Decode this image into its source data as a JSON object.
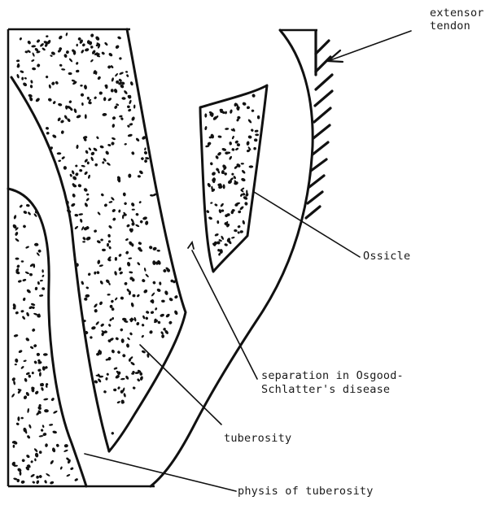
{
  "diagram": {
    "labels": {
      "extensor_tendon": [
        "extensor",
        "tendon"
      ],
      "ossicle": "Ossicle",
      "separation": [
        "separation in Osgood-",
        "Schlatter's disease"
      ],
      "tuberosity": "tuberosity",
      "physis": "physis of tuberosity"
    },
    "colors": {
      "ink": "#111111",
      "background": "#ffffff"
    }
  }
}
